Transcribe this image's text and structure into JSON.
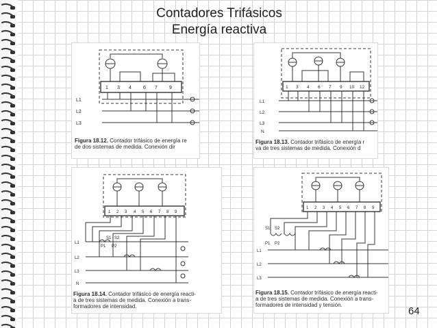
{
  "slide": {
    "title_line1": "Contadores Trifásicos",
    "title_line2": "Energía reactiva",
    "page_number": "64"
  },
  "figures": [
    {
      "fig_label": "Figura 18.12.",
      "caption_line1": "Contador trifásico de energía re",
      "caption_line2": "de dos sistemas de medida. Conexión dir",
      "terminals": [
        "1",
        "3",
        "4",
        "6",
        "7",
        "9"
      ],
      "lines": [
        "L1",
        "L2",
        "L3"
      ]
    },
    {
      "fig_label": "Figura 18.13.",
      "caption_line1": "Contador trifásico de energía r",
      "caption_line2": "va de tres sistemas de medida. Conexión d",
      "terminals": [
        "1",
        "3",
        "4",
        "6",
        "7",
        "9",
        "10",
        "12"
      ],
      "lines": [
        "L1",
        "L2",
        "L3",
        "N"
      ]
    },
    {
      "fig_label": "Figura 18.14.",
      "caption_line1": "Contador trifásico de energía reacti-",
      "caption_line2": "a de tres sistemas de medida. Conexión a trans-",
      "caption_line3": "formadores de intensidad.",
      "terminals": [
        "1",
        "2",
        "3",
        "4",
        "5",
        "6",
        "7",
        "8",
        "9"
      ],
      "lines": [
        "L1",
        "L2",
        "L3",
        "N"
      ],
      "ct_labels": [
        "S1",
        "S2",
        "P1",
        "P2"
      ]
    },
    {
      "fig_label": "Figura 18.15.",
      "caption_line1": "Contador trifásico de energía reacti-",
      "caption_line2": "a de tres sistemas de medida. Conexión a trans-",
      "caption_line3": "formadores de intensidad y tensión.",
      "terminals": [
        "1",
        "2",
        "3",
        "4",
        "5",
        "6",
        "7",
        "8",
        "9"
      ],
      "lines": [
        "L1",
        "L2",
        "L3"
      ],
      "ct_labels": [
        "S1",
        "S2",
        "P1",
        "P2"
      ]
    }
  ]
}
